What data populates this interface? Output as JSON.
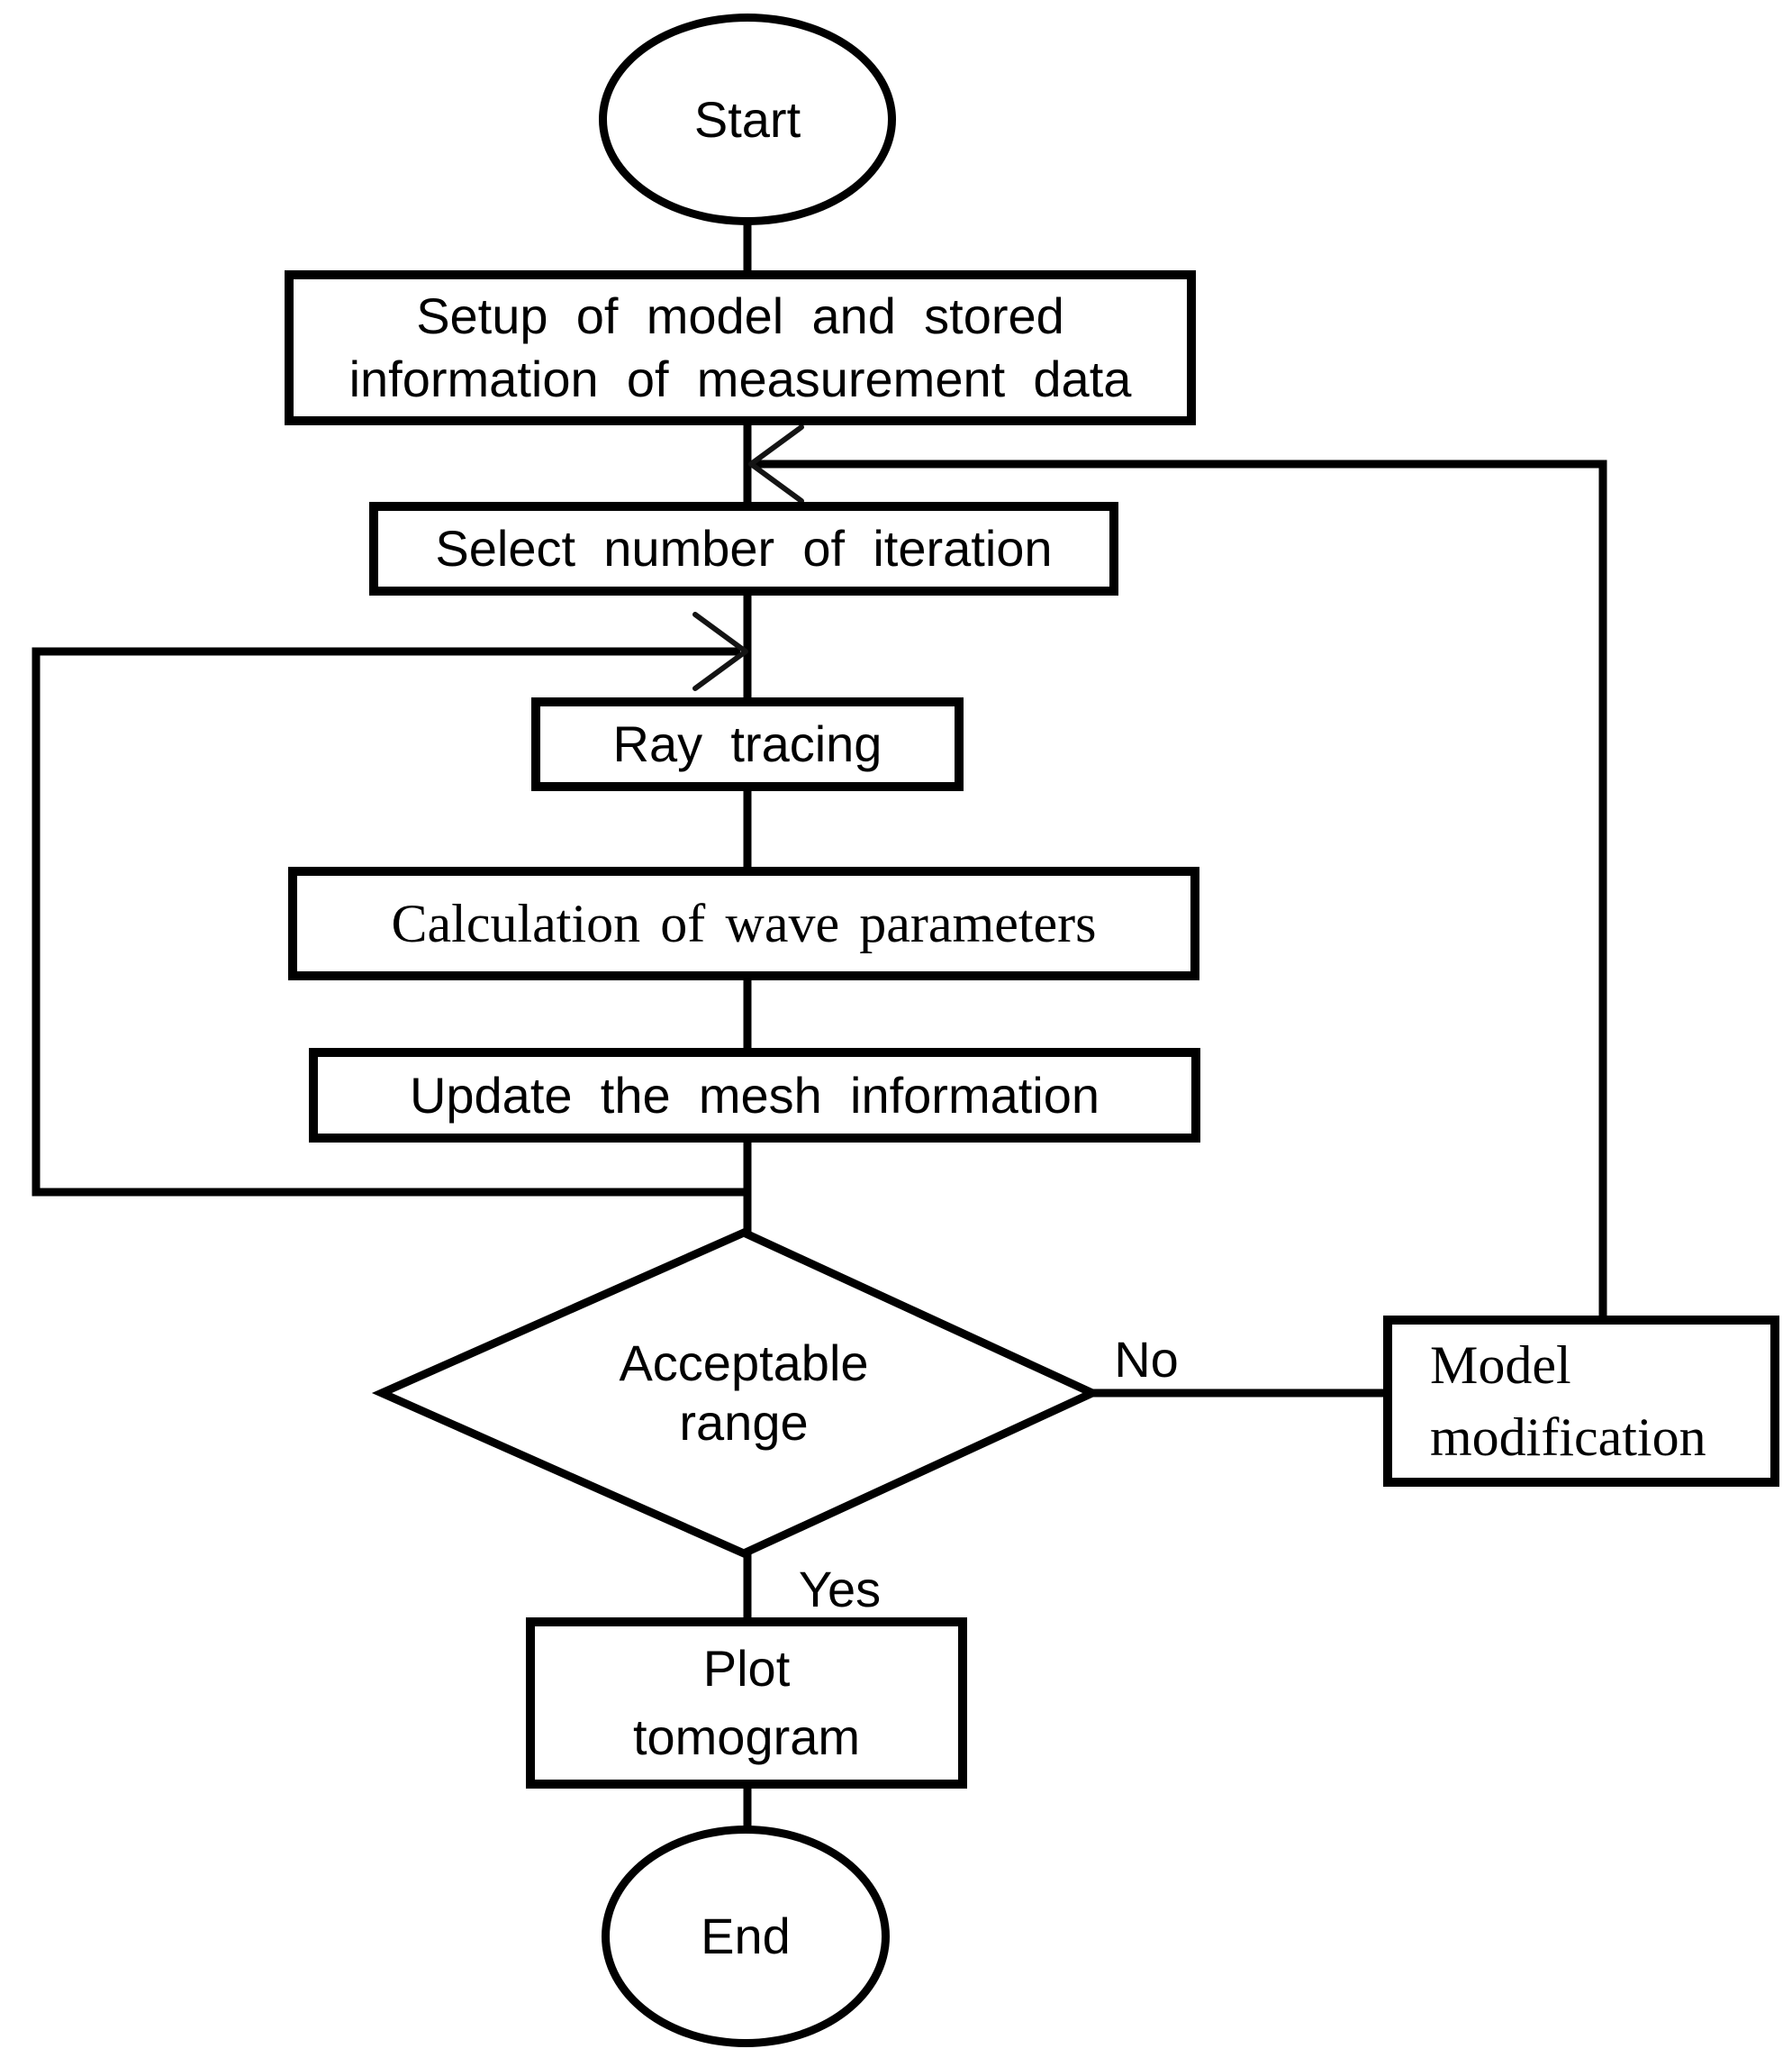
{
  "diagram": {
    "nodes": {
      "start": {
        "label": "Start"
      },
      "setup": {
        "lines": [
          "Setup of model and stored",
          "information of measurement data"
        ]
      },
      "select_iteration": {
        "label": "Select number of iteration"
      },
      "ray_tracing": {
        "label": "Ray tracing"
      },
      "calculation": {
        "label": "Calculation of wave parameters"
      },
      "update_mesh": {
        "label": "Update the mesh information"
      },
      "decision": {
        "lines": [
          "Acceptable",
          "range"
        ]
      },
      "model_modification": {
        "lines": [
          "Model",
          "modification"
        ]
      },
      "plot_tomogram": {
        "lines": [
          "Plot",
          "tomogram"
        ]
      },
      "end": {
        "label": "End"
      }
    },
    "edge_labels": {
      "yes": "Yes",
      "no": "No"
    },
    "colors": {
      "line": "#000000",
      "text": "#000000",
      "background": "#ffffff"
    }
  }
}
